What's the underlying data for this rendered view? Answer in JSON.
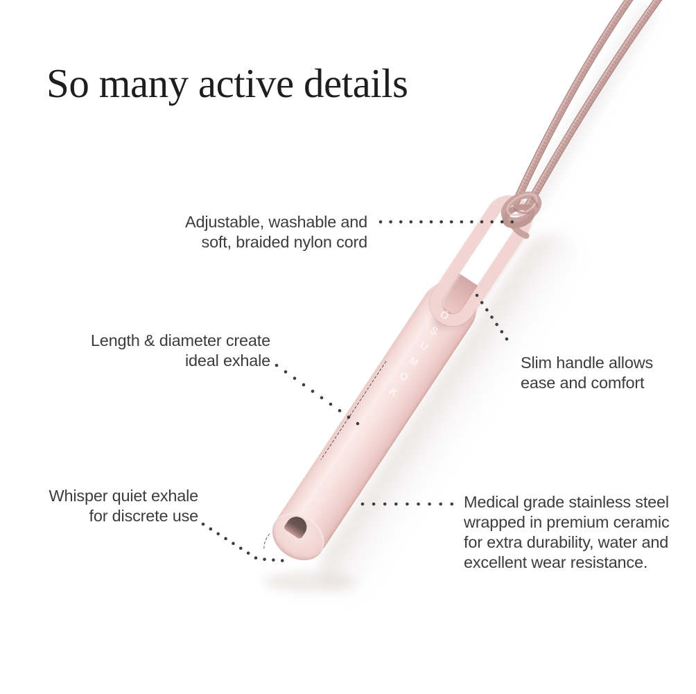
{
  "title": "So many active details",
  "product": {
    "brand": "KOMUSŌ",
    "description": "pink ceramic breathing pendant on braided nylon cord"
  },
  "annotations": [
    {
      "id": "cord",
      "align": "right",
      "lines": [
        "Adjustable, washable and",
        "soft, braided nylon cord"
      ]
    },
    {
      "id": "exhale",
      "align": "right",
      "lines": [
        "Length & diameter create",
        "ideal exhale"
      ]
    },
    {
      "id": "handle",
      "align": "left",
      "lines": [
        "Slim handle allows",
        "ease and comfort"
      ]
    },
    {
      "id": "quiet",
      "align": "right",
      "lines": [
        "Whisper quiet exhale",
        "for discrete use"
      ]
    },
    {
      "id": "material",
      "align": "left",
      "lines": [
        "Medical grade stainless steel",
        "wrapped in premium ceramic",
        "for extra durability, water and",
        "excellent wear resistance."
      ]
    }
  ],
  "theme": {
    "ceramic": "#f5dbd8",
    "ceramic_hi": "#fcecea",
    "ceramic_dk": "#e8c4c1",
    "cord": "#c8a4a1",
    "cord_dk": "#b18a87",
    "cord_hi": "#e0c2bf",
    "mouth": "#6b5653",
    "text": "#3c3c3c",
    "title": "#1e1e1e",
    "leader": "#3e3e3e"
  }
}
